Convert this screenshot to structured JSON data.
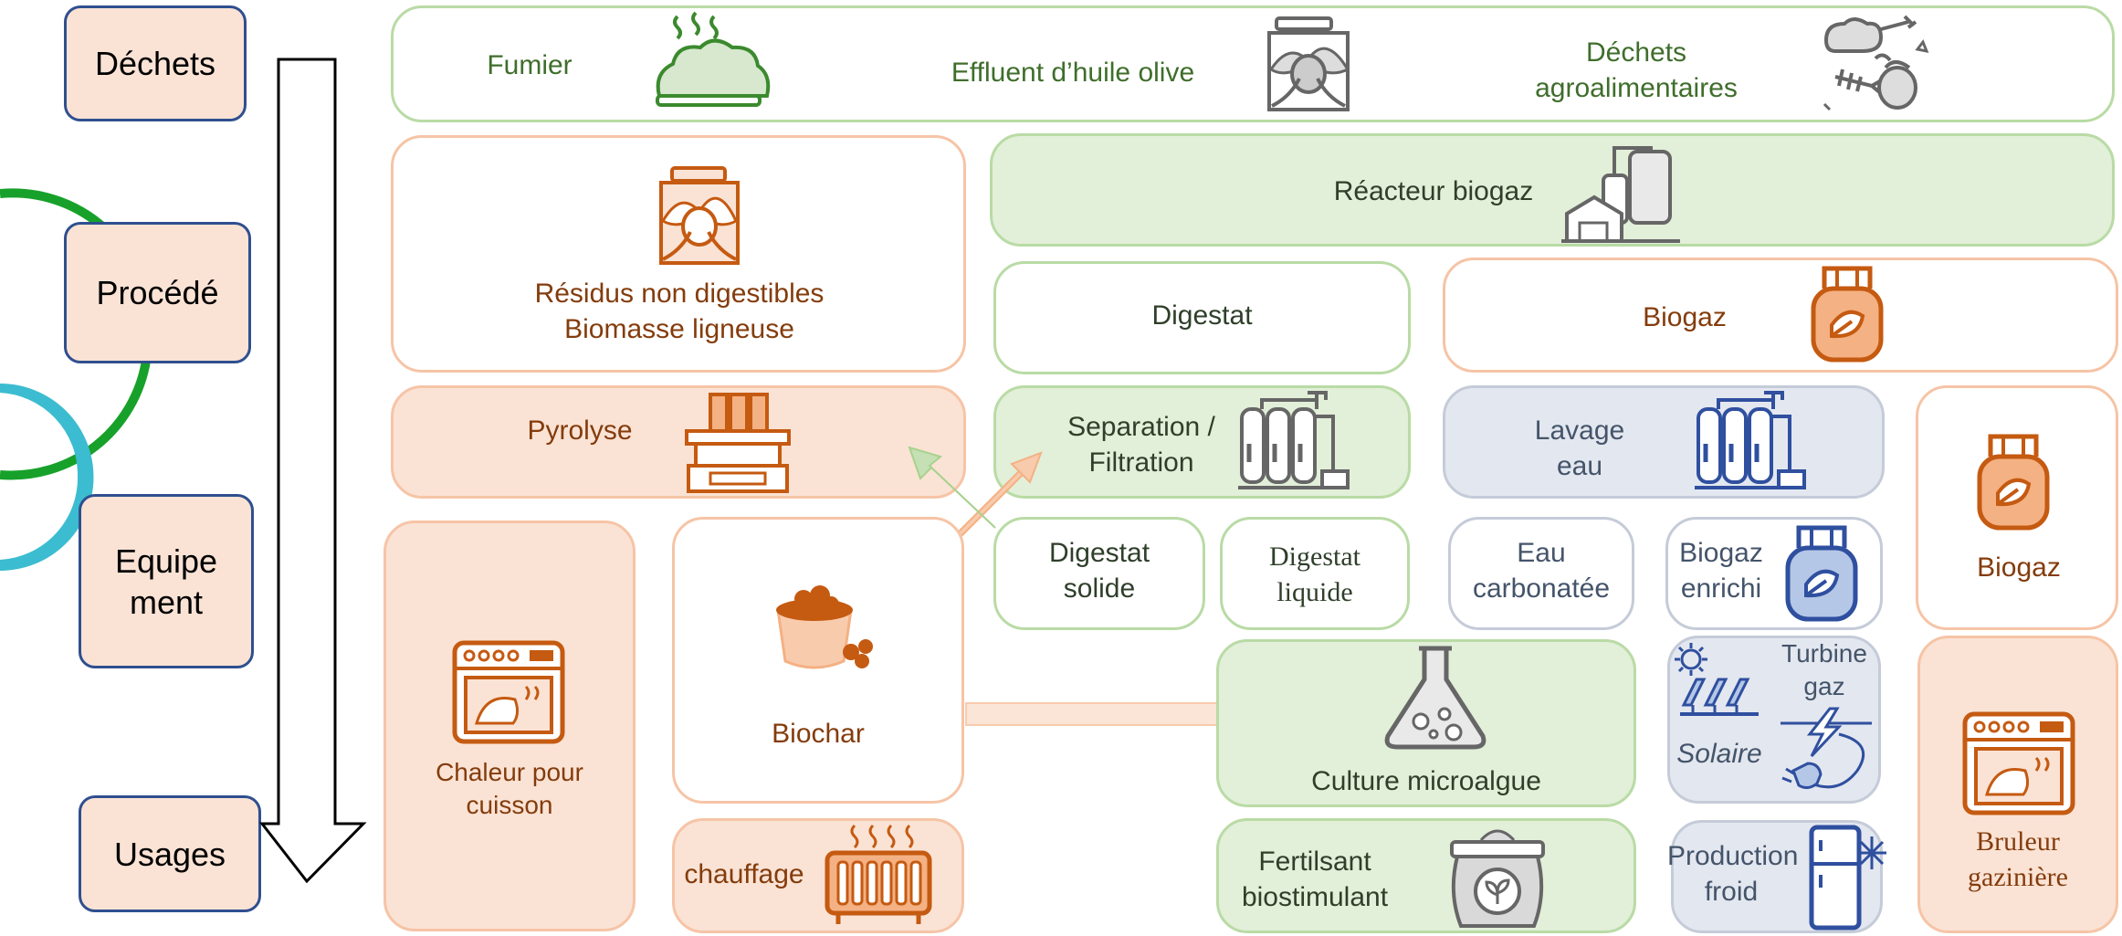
{
  "stages": {
    "dechets": "Déchets",
    "procede": "Procédé",
    "equipement": "Equipe ment",
    "usages": "Usages"
  },
  "waste": {
    "fumier": "Fumier",
    "effluent": "Effluent d’huile olive",
    "agro_line1": "Déchets",
    "agro_line2": "agroalimentaires"
  },
  "process": {
    "residus_line1": "Résidus non digestibles",
    "residus_line2": "Biomasse ligneuse",
    "reacteur": "Réacteur biogaz",
    "digestat": "Digestat",
    "biogaz": "Biogaz"
  },
  "equipment": {
    "pyrolyse": "Pyrolyse",
    "separation_line1": "Separation /",
    "separation_line2": "Filtration",
    "lavage_line1": "Lavage",
    "lavage_line2": "eau",
    "biogaz_right": "Biogaz"
  },
  "products": {
    "digestat_solide_line1": "Digestat",
    "digestat_solide_line2": "solide",
    "digestat_liquide_line1": "Digestat",
    "digestat_liquide_line2": "liquide",
    "eau_line1": "Eau",
    "eau_line2": "carbonatée",
    "biogaz_enrichi_line1": "Biogaz",
    "biogaz_enrichi_line2": "enrichi",
    "biochar": "Biochar"
  },
  "uses": {
    "chaleur_line1": "Chaleur pour",
    "chaleur_line2": "cuisson",
    "chauffage": "chauffage",
    "culture": "Culture microalgue",
    "fertilisant_line1": "Fertilsant",
    "fertilisant_line2": "biostimulant",
    "turbine_line1": "Turbine",
    "turbine_line2": "gaz",
    "solaire": "Solaire",
    "froid_line1": "Production",
    "froid_line2": "froid",
    "bruleur_line1": "Bruleur",
    "bruleur_line2": "gazinière"
  },
  "colors": {
    "green_fill": "#e2efd9",
    "green_border": "#b9dba5",
    "orange_fill": "#fae3d5",
    "orange_border": "#f6c4a6",
    "blue_fill": "#e3e7ef",
    "blue_border": "#c5cbd8",
    "icon_orange": "#c55a11",
    "icon_blue": "#2f4f9f",
    "icon_green": "#3b8a2e",
    "icon_gray": "#666666"
  },
  "icons": [
    "manure-icon",
    "olive-barrel-icon",
    "food-waste-icon",
    "biogas-reactor-icon",
    "gas-bottle-icon",
    "pyrolysis-icon",
    "filter-icon",
    "water-wash-icon",
    "biochar-bag-icon",
    "oven-icon",
    "radiator-icon",
    "flask-icon",
    "fertilizer-bag-icon",
    "solar-turbine-icon",
    "fridge-icon"
  ]
}
